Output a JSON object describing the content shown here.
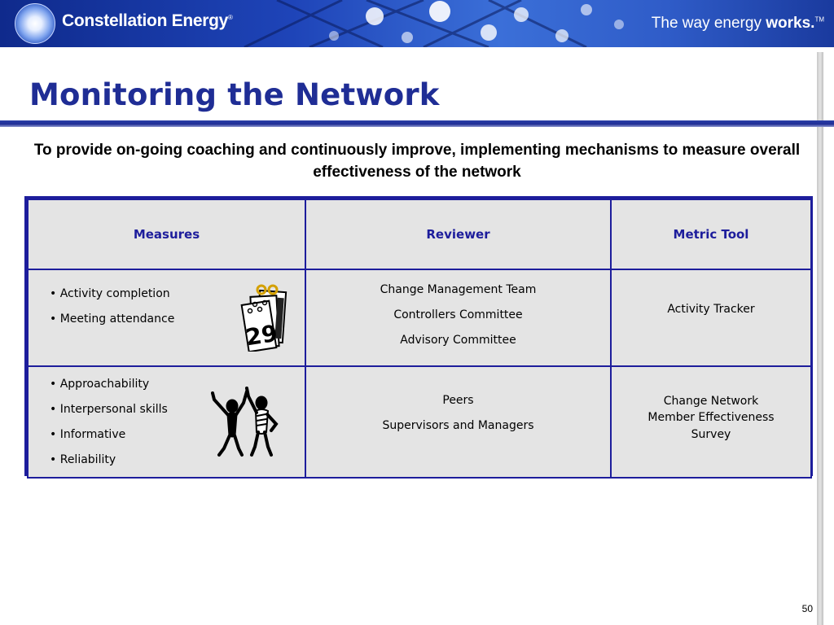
{
  "header": {
    "brand_name": "Constellation Energy",
    "brand_tm": "®",
    "tagline_prefix": "The way energy ",
    "tagline_bold": "works.",
    "tagline_tm": "TM"
  },
  "slide": {
    "title": "Monitoring the Network",
    "intro": "To provide on-going coaching and continuously improve, implementing mechanisms to measure overall effectiveness of the network",
    "page_number": "50"
  },
  "table": {
    "headers": [
      "Measures",
      "Reviewer",
      "Metric Tool"
    ],
    "rows": [
      {
        "measures": [
          "Activity completion",
          "Meeting attendance"
        ],
        "reviewers": [
          "Change Management Team",
          "Controllers Committee",
          "Advisory Committee"
        ],
        "metric_tool": [
          "Activity Tracker"
        ],
        "clipart": "calendar-icon",
        "calendar_day": "29"
      },
      {
        "measures": [
          "Approachability",
          "Interpersonal skills",
          "Informative",
          "Reliability"
        ],
        "reviewers": [
          "Peers",
          "Supervisors and Managers"
        ],
        "metric_tool": [
          "Change Network",
          "Member Effectiveness",
          "Survey"
        ],
        "clipart": "people-cheering-icon"
      }
    ]
  },
  "colors": {
    "title": "#1f2d95",
    "table_border": "#1d1d9c",
    "cell_bg": "#e4e4e4",
    "banner": "#1e44b8"
  }
}
